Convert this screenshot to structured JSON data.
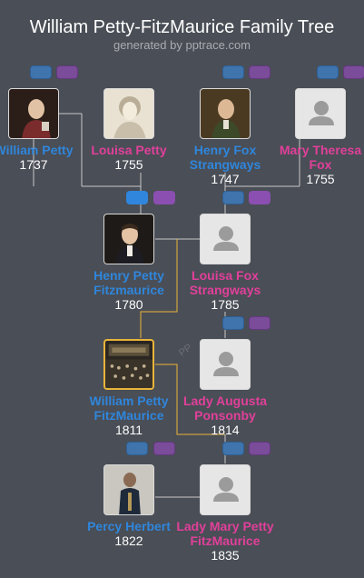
{
  "header": {
    "title": "William Petty-FitzMaurice Family Tree",
    "subtitle": "generated by pptrace.com"
  },
  "colors": {
    "background": "#4a4e56",
    "male": "#2f86dc",
    "female": "#e0409a",
    "line": "#c8c8c8",
    "highlight_line": "#e9b43a"
  },
  "people": {
    "william_petty": {
      "name": "William Petty",
      "year": "1737",
      "photo": "portrait"
    },
    "louisa_petty": {
      "name": "Louisa Petty",
      "year": "1755",
      "photo": "engraving"
    },
    "henry_fox": {
      "name": "Henry Fox Strangways",
      "year": "1747",
      "photo": "portrait"
    },
    "mary_fox": {
      "name": "Mary Theresa Fox",
      "year": "1755",
      "photo": "placeholder"
    },
    "henry_petty": {
      "name": "Henry Petty Fitzmaurice",
      "year": "1780",
      "photo": "portrait"
    },
    "louisa_fox": {
      "name": "Louisa Fox Strangways",
      "year": "1785",
      "photo": "placeholder"
    },
    "william_petty_fm": {
      "name": "William Petty FitzMaurice",
      "year": "1811",
      "photo": "assembly"
    },
    "lady_augusta": {
      "name": "Lady Augusta Ponsonby",
      "year": "1814",
      "photo": "placeholder"
    },
    "percy_herbert": {
      "name": "Percy Herbert",
      "year": "1822",
      "photo": "soldier"
    },
    "lady_mary": {
      "name": "Lady Mary Petty FitzMaurice",
      "year": "1835",
      "photo": "placeholder"
    }
  },
  "watermark": "PP"
}
